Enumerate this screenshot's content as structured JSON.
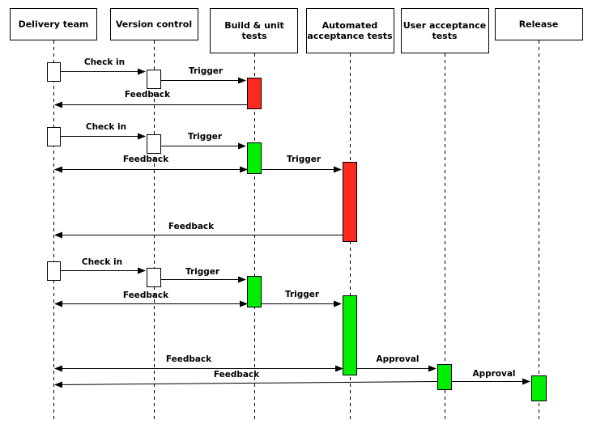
{
  "participants": [
    {
      "id": "delivery",
      "label_lines": [
        "Delivery team"
      ]
    },
    {
      "id": "version",
      "label_lines": [
        "Version control"
      ]
    },
    {
      "id": "build",
      "label_lines": [
        "Build & unit",
        "tests"
      ]
    },
    {
      "id": "automated",
      "label_lines": [
        "Automated",
        "acceptance tests"
      ]
    },
    {
      "id": "uat",
      "label_lines": [
        "User acceptance",
        "tests"
      ]
    },
    {
      "id": "release",
      "label_lines": [
        "Release"
      ]
    }
  ],
  "activations": [
    {
      "participant": "delivery",
      "status": "neutral"
    },
    {
      "participant": "version",
      "status": "neutral"
    },
    {
      "participant": "build",
      "status": "failed"
    },
    {
      "participant": "delivery",
      "status": "neutral"
    },
    {
      "participant": "version",
      "status": "neutral"
    },
    {
      "participant": "build",
      "status": "passed"
    },
    {
      "participant": "automated",
      "status": "failed"
    },
    {
      "participant": "delivery",
      "status": "neutral"
    },
    {
      "participant": "version",
      "status": "neutral"
    },
    {
      "participant": "build",
      "status": "passed"
    },
    {
      "participant": "automated",
      "status": "passed"
    },
    {
      "participant": "uat",
      "status": "passed"
    },
    {
      "participant": "release",
      "status": "passed"
    }
  ],
  "messages": [
    {
      "from": "delivery",
      "to": "version",
      "label": "Check in"
    },
    {
      "from": "version",
      "to": "build",
      "label": "Trigger"
    },
    {
      "from": "build",
      "to": "delivery",
      "label": "Feedback"
    },
    {
      "from": "delivery",
      "to": "version",
      "label": "Check in"
    },
    {
      "from": "version",
      "to": "build",
      "label": "Trigger"
    },
    {
      "from": "build",
      "to": "delivery",
      "label": "Feedback"
    },
    {
      "from": "build",
      "to": "automated",
      "label": "Trigger"
    },
    {
      "from": "automated",
      "to": "delivery",
      "label": "Feedback"
    },
    {
      "from": "delivery",
      "to": "version",
      "label": "Check in"
    },
    {
      "from": "version",
      "to": "build",
      "label": "Trigger"
    },
    {
      "from": "build",
      "to": "delivery",
      "label": "Feedback"
    },
    {
      "from": "build",
      "to": "automated",
      "label": "Trigger"
    },
    {
      "from": "automated",
      "to": "delivery",
      "label": "Feedback"
    },
    {
      "from": "automated",
      "to": "uat",
      "label": "Approval"
    },
    {
      "from": "uat",
      "to": "delivery",
      "label": "Feedback"
    },
    {
      "from": "uat",
      "to": "release",
      "label": "Approval"
    }
  ],
  "colors": {
    "failed": "#ff2a1f",
    "passed": "#00ee00",
    "neutral": "#ffffff",
    "stroke": "#000000"
  }
}
